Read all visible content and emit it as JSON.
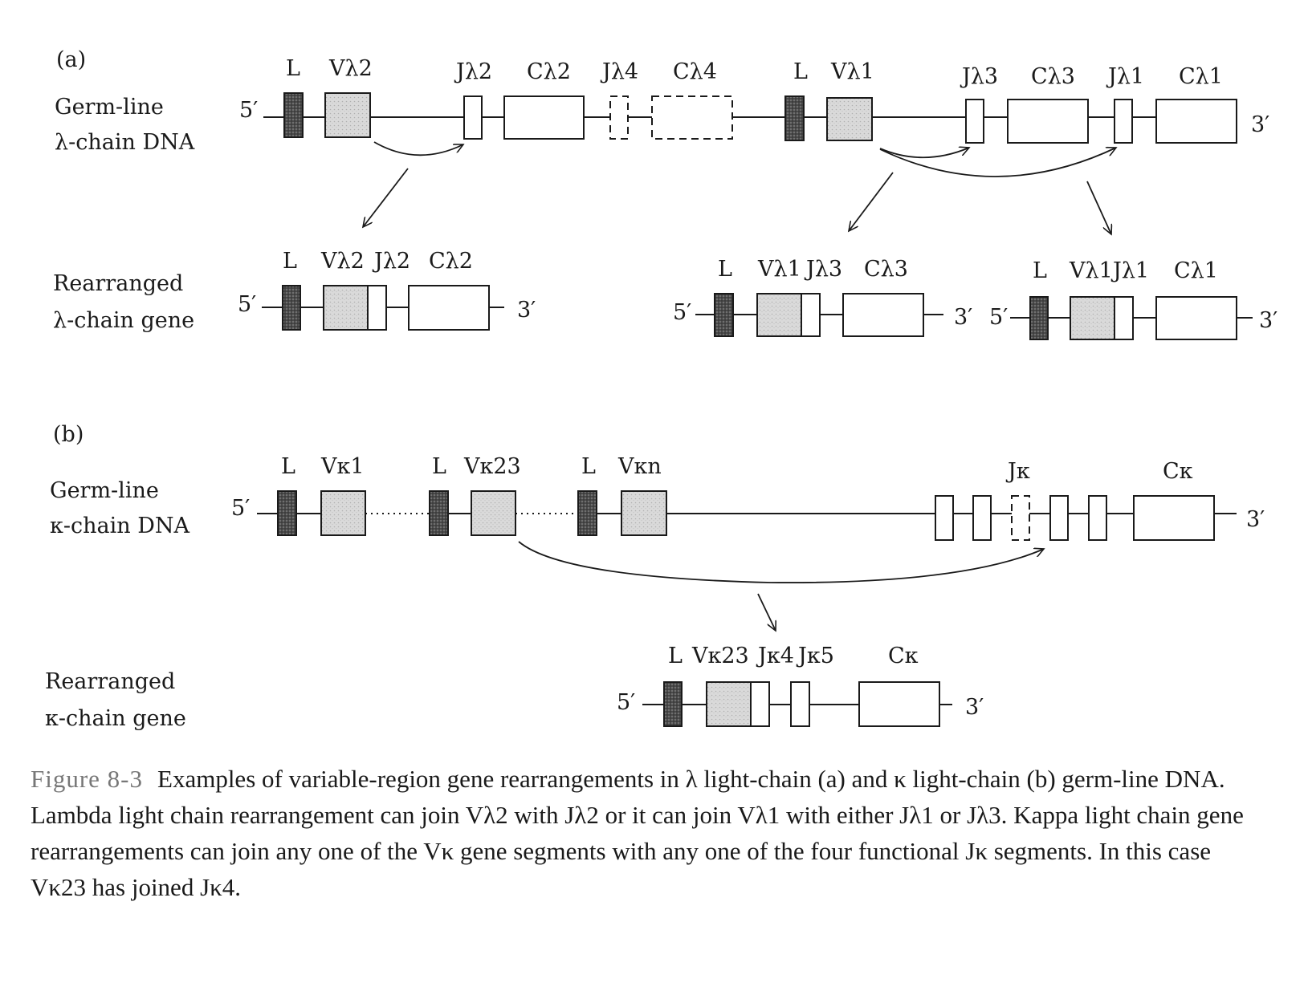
{
  "colors": {
    "leader": "#555555",
    "variable": "#d2d2d2",
    "ink": "#1a1a1a"
  },
  "panel_a": {
    "tag": "(a)",
    "germline_label": [
      "Germ-line",
      "λ-chain DNA"
    ],
    "rearranged_label": [
      "Rearranged",
      "λ-chain gene"
    ],
    "five_prime": "5′",
    "three_prime": "3′",
    "germline_segments": {
      "L1": "L",
      "V2": "Vλ2",
      "J2": "Jλ2",
      "C2": "Cλ2",
      "J4": "Jλ4",
      "C4": "Cλ4",
      "L2": "L",
      "V1": "Vλ1",
      "J3": "Jλ3",
      "C3": "Cλ3",
      "J1": "Jλ1",
      "C1": "Cλ1"
    },
    "rearranged_1": {
      "L": "L",
      "V": "Vλ2",
      "J": "Jλ2",
      "C": "Cλ2"
    },
    "rearranged_2": {
      "L": "L",
      "V": "Vλ1",
      "J": "Jλ3",
      "C": "Cλ3"
    },
    "rearranged_3": {
      "L": "L",
      "V": "Vλ1",
      "J": "Jλ1",
      "C": "Cλ1"
    }
  },
  "panel_b": {
    "tag": "(b)",
    "germline_label": [
      "Germ-line",
      "κ-chain DNA"
    ],
    "rearranged_label": [
      "Rearranged",
      "κ-chain gene"
    ],
    "five_prime": "5′",
    "three_prime": "3′",
    "germline_segments": {
      "L1": "L",
      "V1": "Vκ1",
      "L2": "L",
      "V23": "Vκ23",
      "L3": "L",
      "Vn": "Vκn",
      "J": "Jκ",
      "C": "Cκ"
    },
    "rearranged": {
      "L": "L",
      "V": "Vκ23",
      "J4": "Jκ4",
      "J5": "Jκ5",
      "C": "Cκ"
    }
  },
  "caption": {
    "figure_number": "Figure 8-3",
    "text": "Examples of variable-region gene rearrangements in λ light-chain (a) and κ light-chain (b) germ-line DNA. Lambda light chain rearrangement can join Vλ2 with Jλ2 or it can join Vλ1 with either Jλ1 or Jλ3. Kappa light chain gene rearrangements can join any one of the Vκ gene segments with any one of the four functional Jκ segments. In this case Vκ23 has joined Jκ4."
  }
}
